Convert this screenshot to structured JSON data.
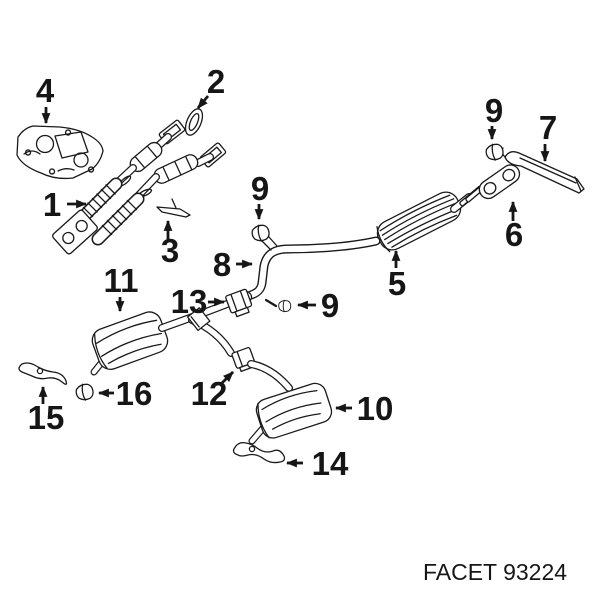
{
  "brand_label": "FACET 93224",
  "colors": {
    "line": "#1a1a1a",
    "background": "#ffffff"
  },
  "callouts": {
    "c1": "1",
    "c2": "2",
    "c3": "3",
    "c4": "4",
    "c5": "5",
    "c6": "6",
    "c7": "7",
    "c8": "8",
    "c9a": "9",
    "c9b": "9",
    "c9c": "9",
    "c10": "10",
    "c11": "11",
    "c12": "12",
    "c13": "13",
    "c14": "14",
    "c15": "15",
    "c16": "16"
  }
}
